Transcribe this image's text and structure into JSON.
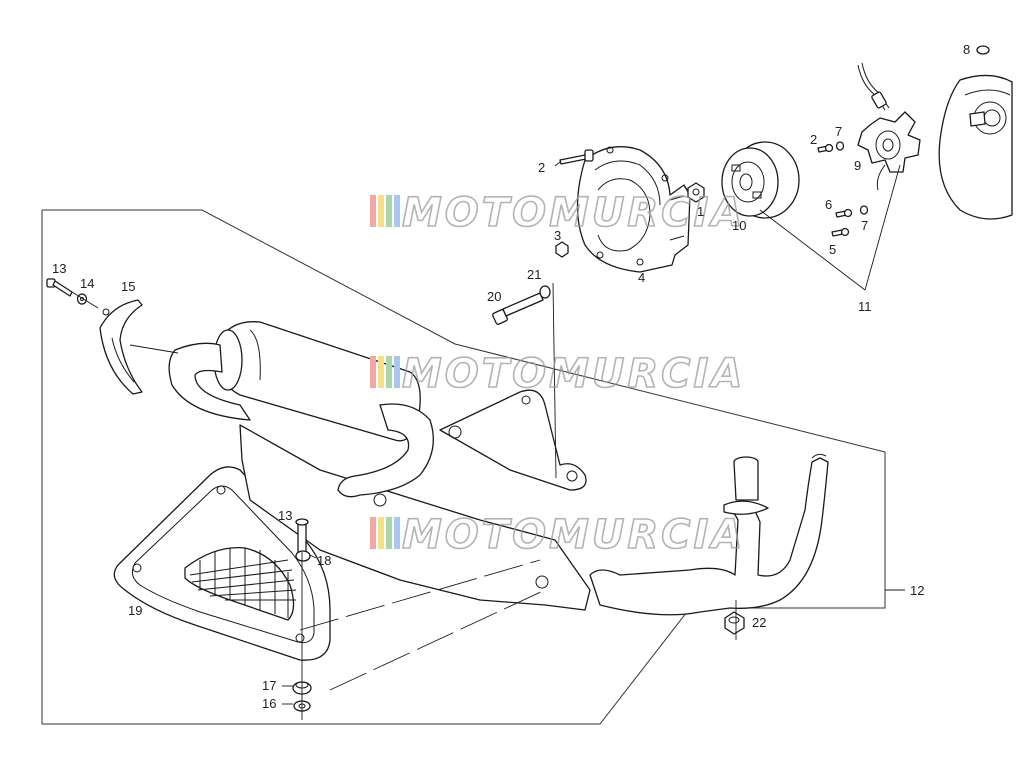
{
  "watermark": {
    "text": "MOTOMURCIA",
    "stripe_colors": [
      "#f4a7a7",
      "#f7e08a",
      "#a8d8a8",
      "#a7c7ef"
    ]
  },
  "callouts": {
    "c1": "1",
    "c2a": "2",
    "c2b": "2",
    "c3": "3",
    "c4": "4",
    "c5": "5",
    "c6": "6",
    "c7a": "7",
    "c7b": "7",
    "c8": "8",
    "c9": "9",
    "c10": "10",
    "c11": "11",
    "c12": "12",
    "c13a": "13",
    "c13b": "13",
    "c14": "14",
    "c15": "15",
    "c16": "16",
    "c17": "17",
    "c18": "18",
    "c19": "19",
    "c20": "20",
    "c21": "21",
    "c22": "22"
  }
}
